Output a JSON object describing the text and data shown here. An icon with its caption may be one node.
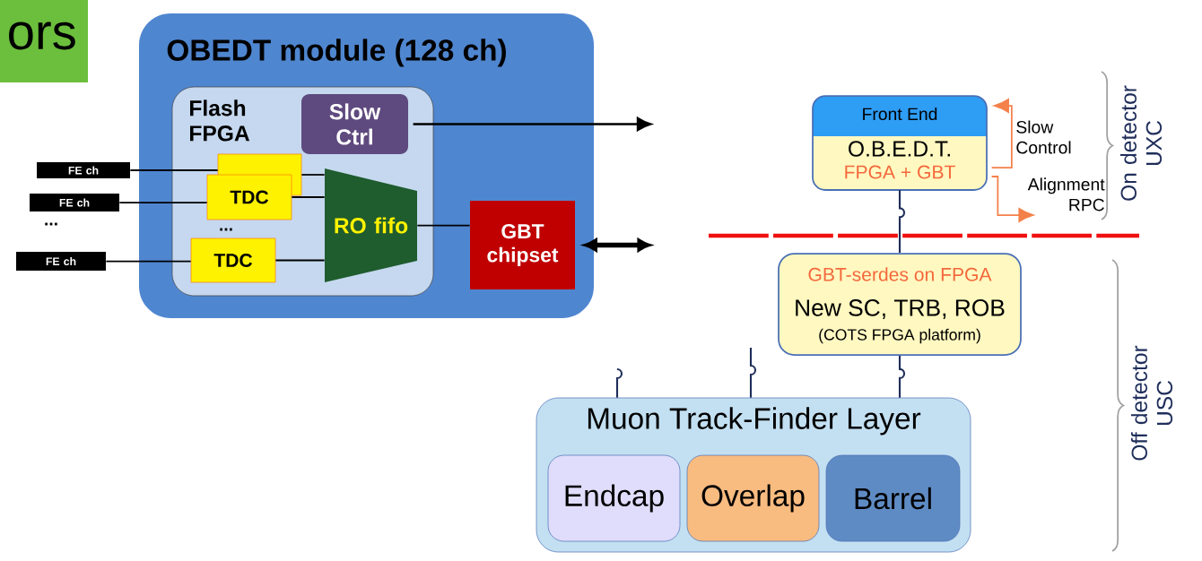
{
  "diagram": {
    "nodes": [
      {
        "text": [
          "ors"
        ]
      },
      {
        "text": [
          "OBEDT module (128 ch)"
        ]
      },
      {
        "text": [
          "Flash FPGA"
        ],
        "in": 1
      },
      {
        "text": [
          "Slow Ctrl"
        ],
        "in": 2
      },
      {
        "text": [],
        "shape": "box",
        "in": 2
      },
      {
        "text": [
          "TDC"
        ],
        "in": 2
      },
      {
        "text": [
          "TDC"
        ],
        "in": 2
      },
      {
        "text": [
          "RO fifo"
        ],
        "in": 2
      },
      {
        "text": [
          "GBT chipset"
        ],
        "in": 1
      },
      {
        "text": [
          "FE ch"
        ]
      },
      {
        "text": [
          "FE ch"
        ]
      },
      {
        "text": [
          "FE ch"
        ]
      },
      {
        "text": [
          "Front End",
          "O.B.E.D.T.",
          "FPGA + GBT"
        ]
      },
      {
        "text": [
          "GBT-serdes on FPGA",
          "New SC, TRB, ROB",
          "(COTS FPGA platform)"
        ]
      },
      {
        "text": [
          "Muon Track-Finder Layer"
        ]
      },
      {
        "text": [
          "Endcap"
        ],
        "in": 14
      },
      {
        "text": [
          "Overlap"
        ],
        "in": 14
      },
      {
        "text": [
          "Barrel"
        ],
        "in": 14
      }
    ],
    "edges": [
      {
        "from": 9,
        "to": 4,
        "arrow": "none"
      },
      {
        "from": 10,
        "to": 5,
        "arrow": "none"
      },
      {
        "from": 11,
        "to": 6,
        "arrow": "none"
      },
      {
        "from": 4,
        "to": 7,
        "arrow": "none"
      },
      {
        "from": 5,
        "to": 7,
        "arrow": "none"
      },
      {
        "from": 6,
        "to": 7,
        "arrow": "none"
      },
      {
        "from": 7,
        "to": 8,
        "arrow": "none"
      },
      {
        "from": 3,
        "to": null,
        "arrow": "to"
      },
      {
        "from": 8,
        "to": null,
        "arrow": "both",
        "style": "thick"
      },
      {
        "from": 12,
        "to": 13,
        "arrow": "none"
      },
      {
        "from": 13,
        "to": 14,
        "arrow": "none"
      },
      {
        "from": null,
        "to": 14,
        "arrow": "none"
      },
      {
        "from": null,
        "to": 14,
        "arrow": "none"
      },
      {
        "from": 12,
        "to": 12,
        "arrow": "to",
        "label": "Slow Control",
        "color": "#f4804a"
      },
      {
        "from": 12,
        "to": null,
        "arrow": "to",
        "label": "Alignment RPC",
        "color": "#f4804a"
      }
    ],
    "labels": [
      "...",
      "...",
      "On detector UXC",
      "Off detector USC"
    ]
  }
}
